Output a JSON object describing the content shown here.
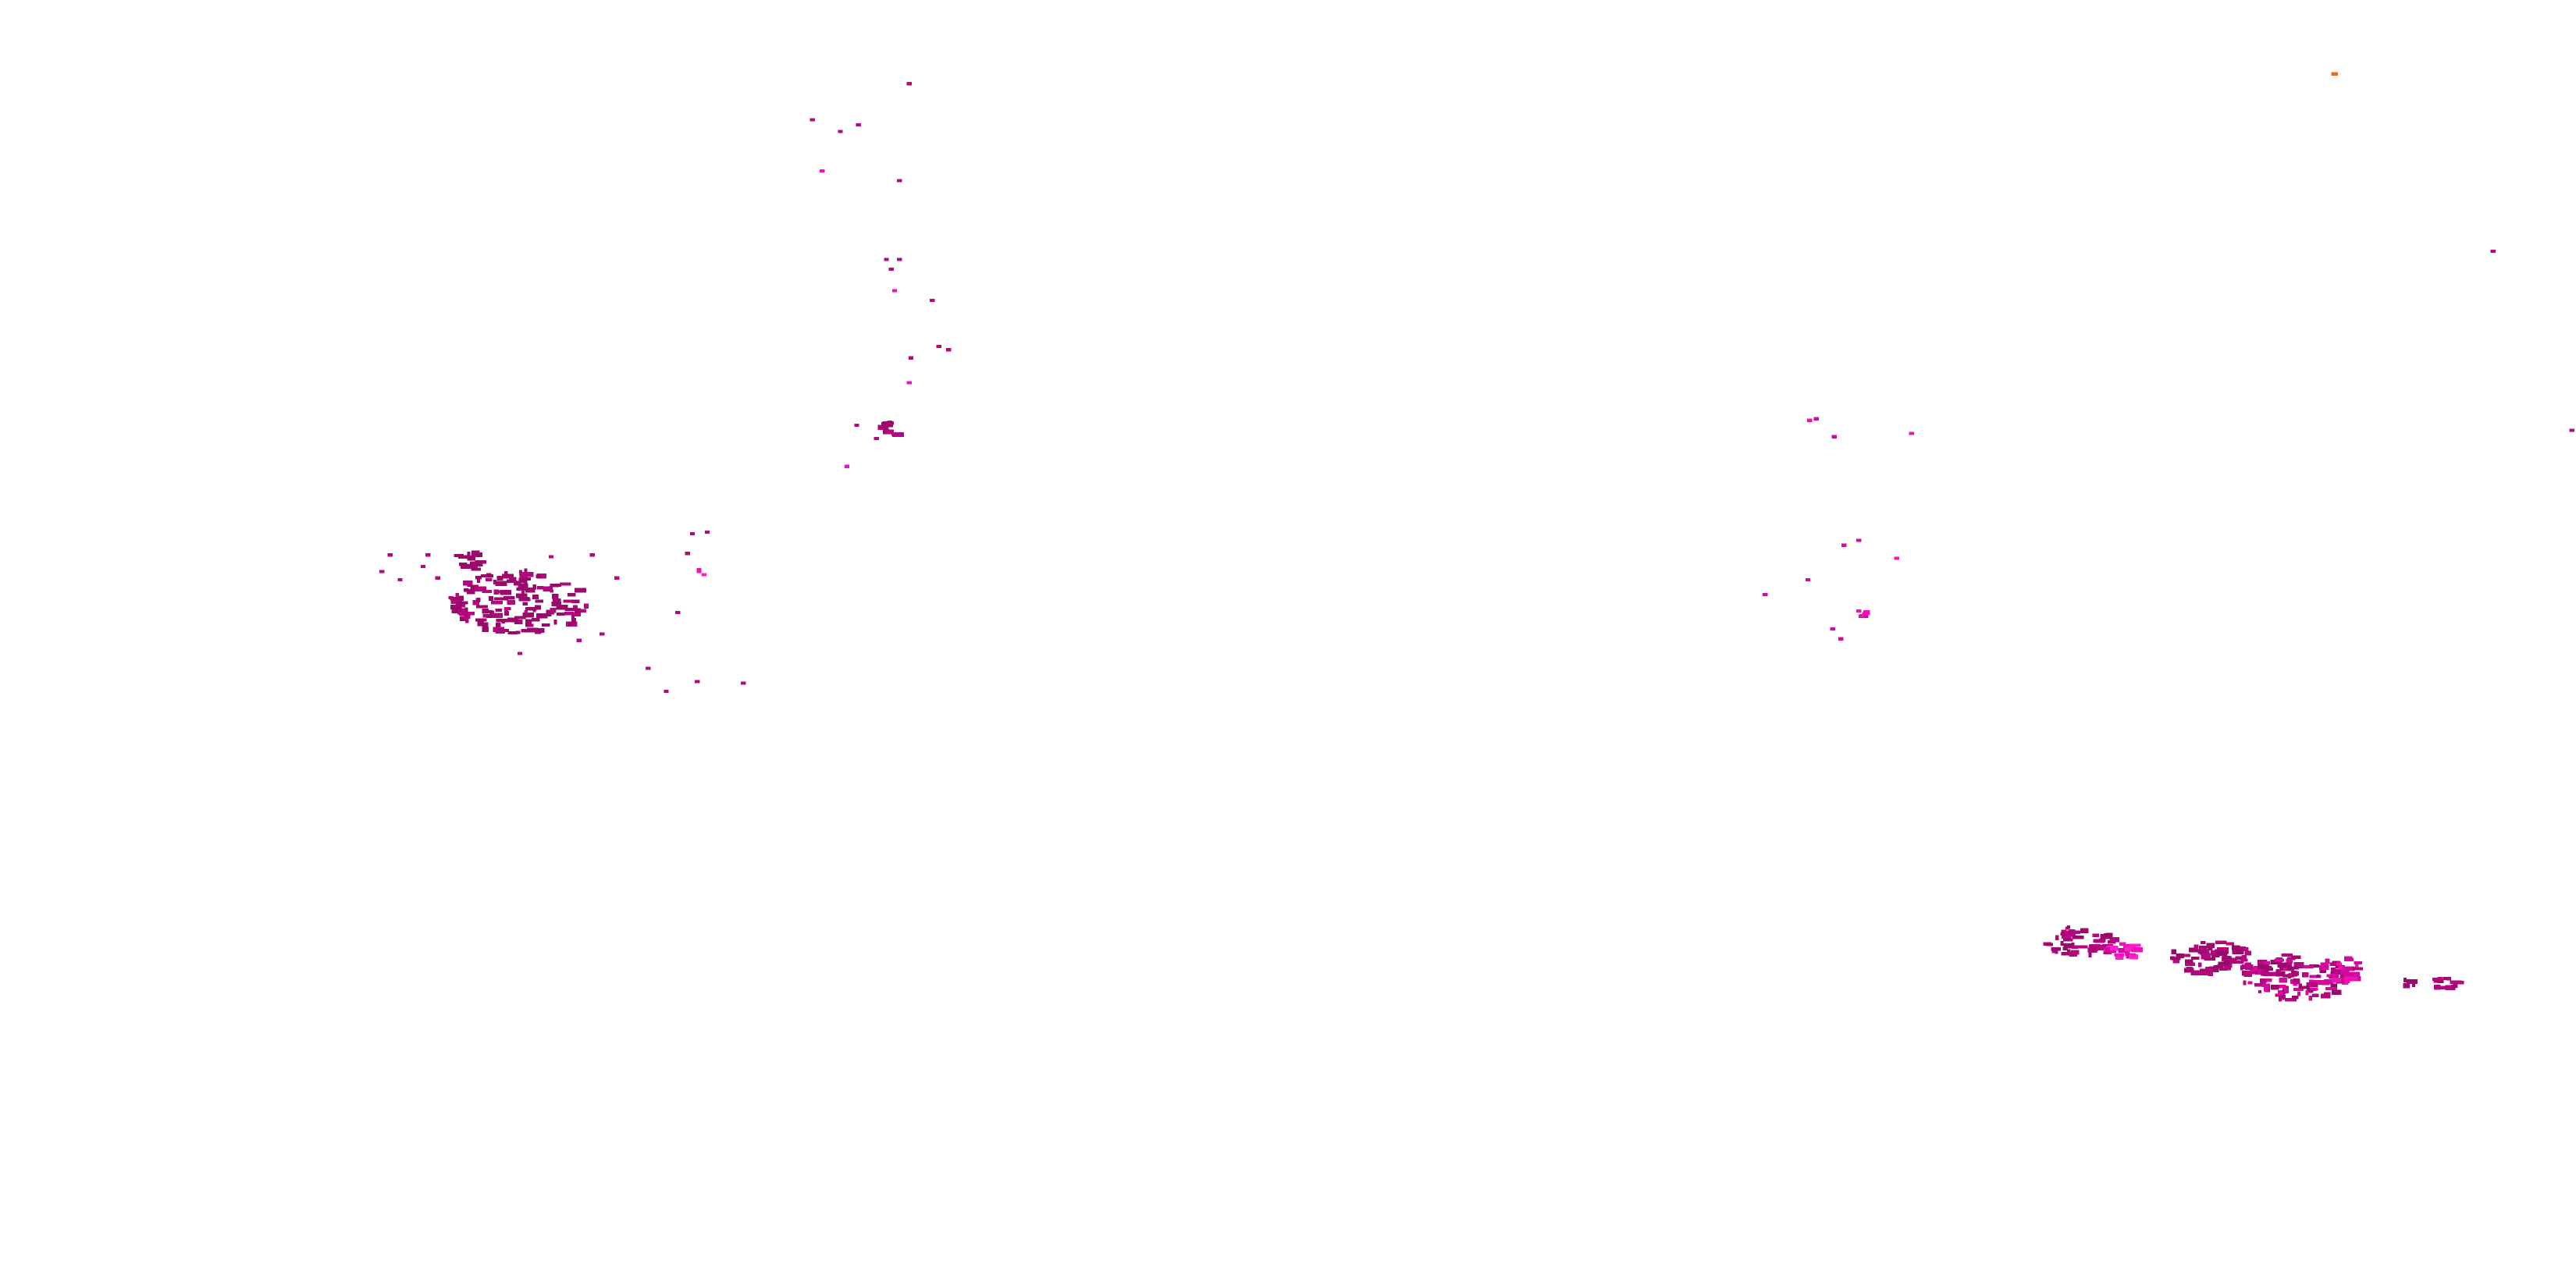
{
  "map": {
    "colors": {
      "background": "#ffffff",
      "dark_magenta": "#9b0a6b",
      "deep_magenta": "#b3087e",
      "magenta": "#d40a9e",
      "pink": "#f012b8",
      "hot_pink": "#ff1fc8",
      "orange": "#f26a1b"
    },
    "layers": [
      "island-chain-north",
      "island-cluster-west",
      "scatter-central-east",
      "island-cluster-southeast",
      "outliers-northeast"
    ]
  }
}
